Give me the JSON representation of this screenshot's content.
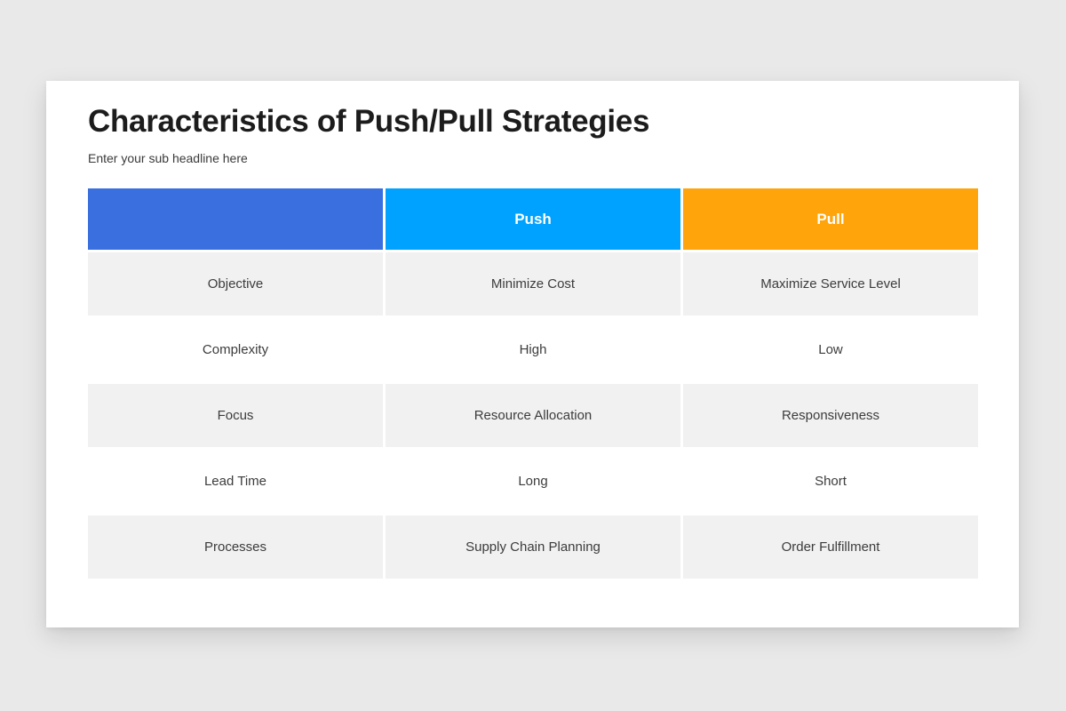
{
  "slide": {
    "title": "Characteristics of Push/Pull Strategies",
    "subtitle": "Enter your sub headline here"
  },
  "colors": {
    "background": "#e9e9e9",
    "card": "#ffffff",
    "header_corner": "#3a6fe0",
    "header_push": "#00a2ff",
    "header_pull": "#ffa40a",
    "row_shaded": "#f1f1f1",
    "row_plain": "#ffffff",
    "text_body": "#3c3c3c",
    "text_title": "#1c1c1c"
  },
  "table": {
    "header": {
      "cells": [
        {
          "label": "",
          "bg": "#3a6fe0"
        },
        {
          "label": "Push",
          "bg": "#00a2ff"
        },
        {
          "label": "Pull",
          "bg": "#ffa40a"
        }
      ]
    },
    "rows": [
      {
        "shaded": true,
        "cells": [
          "Objective",
          "Minimize Cost",
          "Maximize Service Level"
        ]
      },
      {
        "shaded": false,
        "cells": [
          "Complexity",
          "High",
          "Low"
        ]
      },
      {
        "shaded": true,
        "cells": [
          "Focus",
          "Resource Allocation",
          "Responsiveness"
        ]
      },
      {
        "shaded": false,
        "cells": [
          "Lead Time",
          "Long",
          "Short"
        ]
      },
      {
        "shaded": true,
        "cells": [
          "Processes",
          "Supply Chain Planning",
          "Order Fulfillment"
        ]
      }
    ]
  }
}
